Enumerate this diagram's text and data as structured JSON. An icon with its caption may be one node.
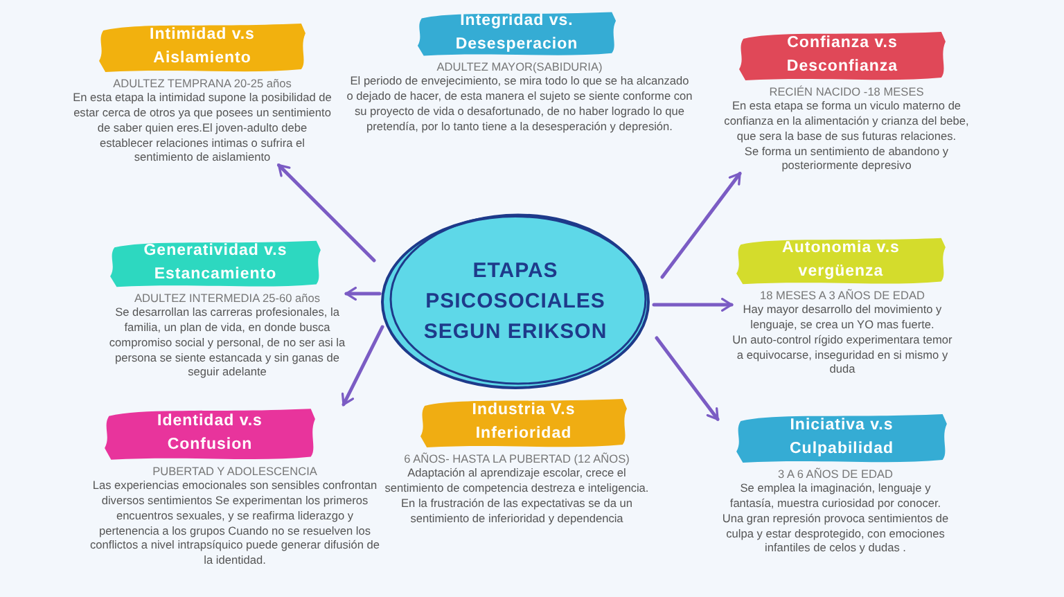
{
  "diagram": {
    "nodes": [
      {
        "text": [
          "Intimidad v.s Aislamiento"
        ],
        "beside": [
          "ADULTEZ TEMPRANA 20-25 años",
          "En esta etapa la intimidad supone la posibilidad de estar cerca de otros ya que posees un sentimiento de saber quien eres.El joven-adulto debe establecer relaciones intimas o sufrira el sentimiento de aislamiento"
        ]
      },
      {
        "text": [
          "Integridad vs. Desesperacion"
        ],
        "beside": [
          "ADULTEZ MAYOR(SABIDURIA)",
          "El periodo de envejecimiento, se mira todo lo que se ha alcanzado o dejado de hacer, de esta manera el sujeto se siente conforme con su proyecto de vida o desafortunado, de no haber logrado lo que pretendía, por lo tanto tiene a la desesperación y depresión."
        ]
      },
      {
        "text": [
          "Confianza v.s Desconfianza"
        ],
        "beside": [
          "RECIÉN NACIDO -18 MESES",
          "En esta etapa se forma un viculo materno de confianza en la alimentación y crianza del bebe, que sera la base de sus futuras relaciones.",
          "Se forma un sentimiento de abandono y posteriormente depresivo"
        ]
      },
      {
        "text": [
          "Generatividad v.s Estancamiento"
        ],
        "beside": [
          "ADULTEZ INTERMEDIA 25-60 años",
          "Se desarrollan las carreras profesionales, la familia, un plan de vida, en donde busca compromiso social y personal, de no ser asi la persona se siente estancada y sin ganas de seguir adelante"
        ]
      },
      {
        "text": [
          "ETAPAS PSICOSOCIALES SEGUN ERIKSON"
        ]
      },
      {
        "text": [
          "Autonomia v.s vergüenza"
        ],
        "beside": [
          "18 MESES A 3 AÑOS DE EDAD",
          "Hay mayor desarrollo del movimiento y lenguaje, se crea un YO mas fuerte.",
          "Un auto-control rígido experimentara temor a equivocarse, inseguridad en si mismo y duda"
        ]
      },
      {
        "text": [
          "Identidad v.s Confusion"
        ],
        "beside": [
          "PUBERTAD Y ADOLESCENCIA",
          "Las experiencias emocionales son sensibles confrontan diversos sentimientos Se experimentan los primeros encuentros sexuales, y se reafirma liderazgo y pertenencia a los grupos Cuando no se resuelven los conflictos a nivel intrapsíquico puede generar difusión de la identidad."
        ]
      },
      {
        "text": [
          "Industria V.s Inferioridad"
        ],
        "beside": [
          "6 AÑOS- HASTA LA PUBERTAD (12 AÑOS)",
          "Adaptación al aprendizaje escolar, crece el sentimiento de competencia destreza e inteligencia.",
          "En la frustración de las expectativas se da un sentimiento de inferioridad y dependencia"
        ]
      },
      {
        "text": [
          "Iniciativa v.s Culpabilidad"
        ],
        "beside": [
          "3 A 6 AÑOS DE EDAD",
          "Se emplea la imaginación, lenguaje y fantasía, muestra curiosidad por conocer.",
          "Una gran represión provoca sentimientos de culpa y estar desprotegido, con emociones infantiles de celos y dudas ."
        ]
      }
    ],
    "edges": [
      {
        "from": 4,
        "to": 0,
        "arrow": "to"
      },
      {
        "from": 4,
        "to": 3,
        "arrow": "to"
      },
      {
        "from": 4,
        "to": 6,
        "arrow": "to"
      },
      {
        "from": 4,
        "to": 2,
        "arrow": "to"
      },
      {
        "from": 4,
        "to": 5,
        "arrow": "to"
      },
      {
        "from": 4,
        "to": 8,
        "arrow": "to"
      }
    ]
  }
}
